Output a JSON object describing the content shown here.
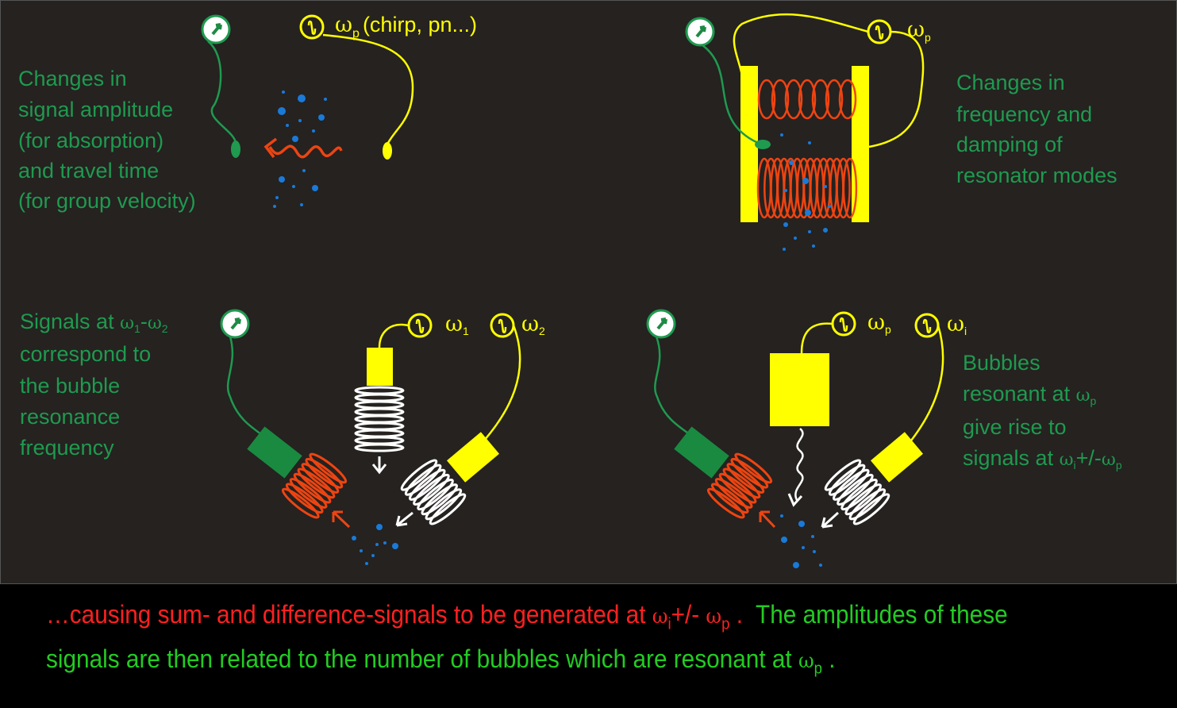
{
  "panel1": {
    "source_label": "ω",
    "source_sub": "p",
    "source_suffix": "(chirp, pn...)",
    "text": [
      "Changes in",
      "signal amplitude",
      "(for absorption)",
      "and travel time",
      "(for group velocity)"
    ]
  },
  "panel2": {
    "source_label": "ω",
    "source_sub": "p",
    "text": [
      "Changes in",
      "frequency and",
      "damping of",
      "resonator modes"
    ]
  },
  "panel3": {
    "source1_label": "ω",
    "source1_sub": "1",
    "source2_label": "ω",
    "source2_sub": "2",
    "text_line1_prefix": "Signals at ",
    "text_line1_w1": "ω",
    "text_line1_s1": "1",
    "text_line1_dash": "-",
    "text_line1_w2": "ω",
    "text_line1_s2": "2",
    "text": [
      "correspond to",
      "the bubble",
      "resonance",
      "frequency"
    ]
  },
  "panel4": {
    "source1_label": "ω",
    "source1_sub": "p",
    "source2_label": "ω",
    "source2_sub": "i",
    "text": [
      "Bubbles"
    ],
    "line2_prefix": "resonant at ",
    "line2_w": "ω",
    "line2_s": "p",
    "line3": "give rise to",
    "line4_prefix": "signals at ",
    "line4_w1": "ω",
    "line4_s1": "i",
    "line4_mid": "+/-",
    "line4_w2": "ω",
    "line4_s2": "p"
  },
  "caption": {
    "red_part": "…causing sum- and difference-signals to be generated at ",
    "red_w1": "ω",
    "red_s1": "i",
    "red_mid": "+/- ",
    "red_w2": "ω",
    "red_s2": "p",
    "red_end": " .",
    "green_part": "  The amplitudes of these signals are then related to the number of bubbles which are resonant at ",
    "green_w": "ω",
    "green_s": "p",
    "green_end": " ."
  },
  "colors": {
    "panel_bg": "#252220",
    "green_text": "#1f9a4f",
    "yellow": "#ffff00",
    "red_coil": "#ee4411",
    "bubble": "#1a7ad8"
  }
}
